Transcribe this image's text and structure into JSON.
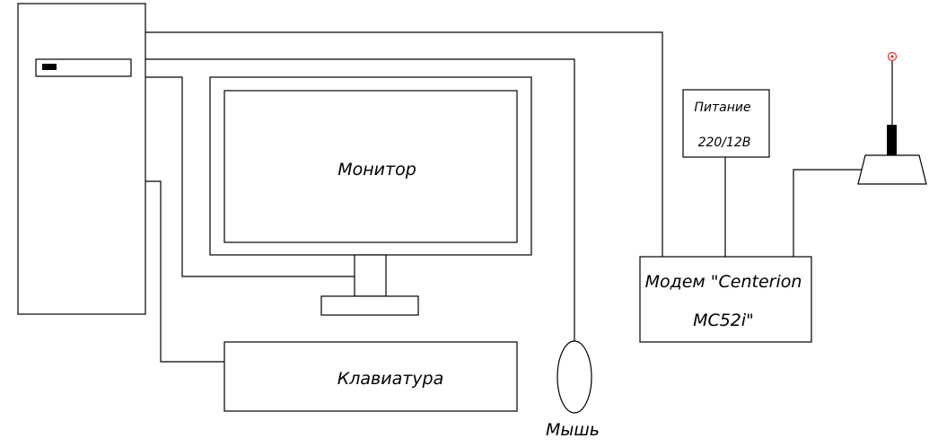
{
  "labels": {
    "monitor": "Монитор",
    "keyboard": "Клавиатура",
    "mouse": "Мышь",
    "modem_line1": "Модем \"Centerion",
    "modem_line2": "MC52i\"",
    "power_line1": "Питание",
    "power_line2": "220/12В"
  },
  "colors": {
    "stroke": "#000000",
    "background": "#ffffff",
    "antenna_tip": "#e0302a"
  }
}
